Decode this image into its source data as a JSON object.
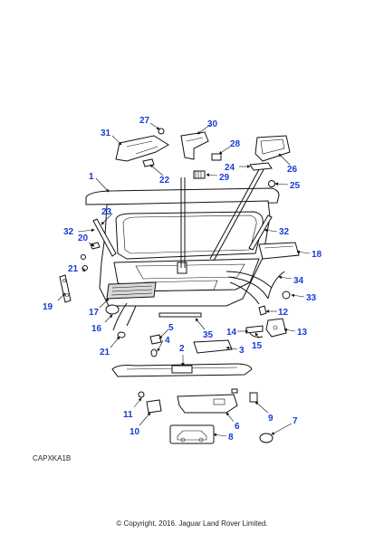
{
  "diagram": {
    "callouts": [
      "1",
      "2",
      "3",
      "4",
      "5",
      "6",
      "7",
      "8",
      "9",
      "10",
      "11",
      "12",
      "13",
      "14",
      "15",
      "16",
      "17",
      "18",
      "19",
      "20",
      "21",
      "21",
      "22",
      "23",
      "24",
      "25",
      "26",
      "27",
      "28",
      "29",
      "30",
      "31",
      "32",
      "32",
      "33",
      "34",
      "35"
    ],
    "drawing_code": "CAPXKA1B",
    "copyright": "© Copyright, 2016. Jaguar Land Rover Limited."
  }
}
